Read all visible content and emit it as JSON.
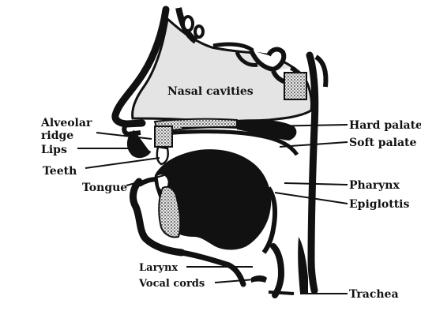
{
  "diagram": {
    "labels": {
      "nasal_cavities": "Nasal cavities",
      "alveolar": "Alveolar",
      "ridge": "ridge",
      "lips": "Lips",
      "teeth": "Teeth",
      "tongue": "Tongue",
      "larynx": "Larynx",
      "vocal_cords": "Vocal cords",
      "hard_palate": "Hard palate",
      "soft_palate": "Soft palate",
      "pharynx": "Pharynx",
      "epiglottis": "Epiglottis",
      "trachea": "Trachea"
    },
    "colors": {
      "ink": "#111111",
      "nasal_fill": "#e4e4e4",
      "background": "#ffffff"
    }
  }
}
